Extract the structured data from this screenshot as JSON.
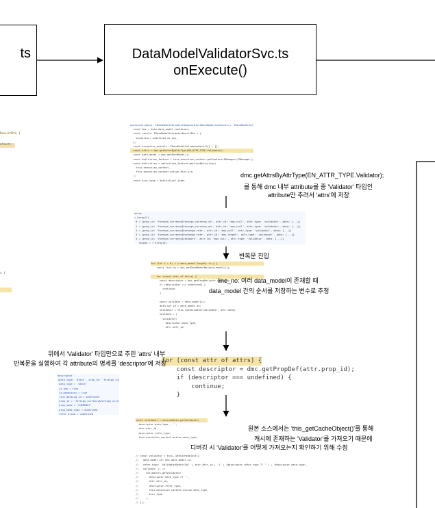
{
  "left_box": {
    "label": "ts"
  },
  "main_box": {
    "title": "DataModelValidatorSvc.ts",
    "subtitle": "onExecute()"
  },
  "left_edge_fragments": {
    "frag1": "ResultDto {",
    "frag2": "ntext);",
    "frag3": "s {"
  },
  "annotations": {
    "get_attrs_line1": "dmc.getAttrsByAttrType(EN_ATTR_TYPE.Validator);",
    "get_attrs_line2": "를 통해 dmc 내부 attribute를 중 'Validator' 타입인",
    "get_attrs_line3": "attribute만 추려서 'attrs'에 저장",
    "loop_entry": "반복문 진입",
    "line_no_1": "line_no: 여러 data_model이 존재할 때",
    "line_no_2": "data_model 간의 순서를 저장하는 변수로 추정",
    "descriptor_1": "위에서 'Validator' 타입만으로 추린 'attrs' 내부",
    "descriptor_2": "반복문을 실행하여 각 attribute의 명세를 'descriptor'에 저장",
    "cache_1": "원본 소스에서는 'this_getCacheObject()'를 통해",
    "cache_2": "캐시에 존재하는 'Validator'를 가져오기 때문에",
    "cache_3": "디버깅 시 'Validator'를 어떻게 가져오는지 확인하기 위해 수정"
  },
  "code_snippets": {
    "for_loop": {
      "line1": "for (const attr of attrs) {",
      "line2": "    const descriptor = dmc.getPropDef(attr.prop_id);",
      "line3": "    if (descriptor === undefined) {",
      "line4": "        continue;",
      "line5": "    }"
    }
  },
  "colors": {
    "highlight": "#f6e3a6",
    "line": "#000000",
    "keyword": "#b01fb8",
    "identifier": "#2a4fb0"
  }
}
